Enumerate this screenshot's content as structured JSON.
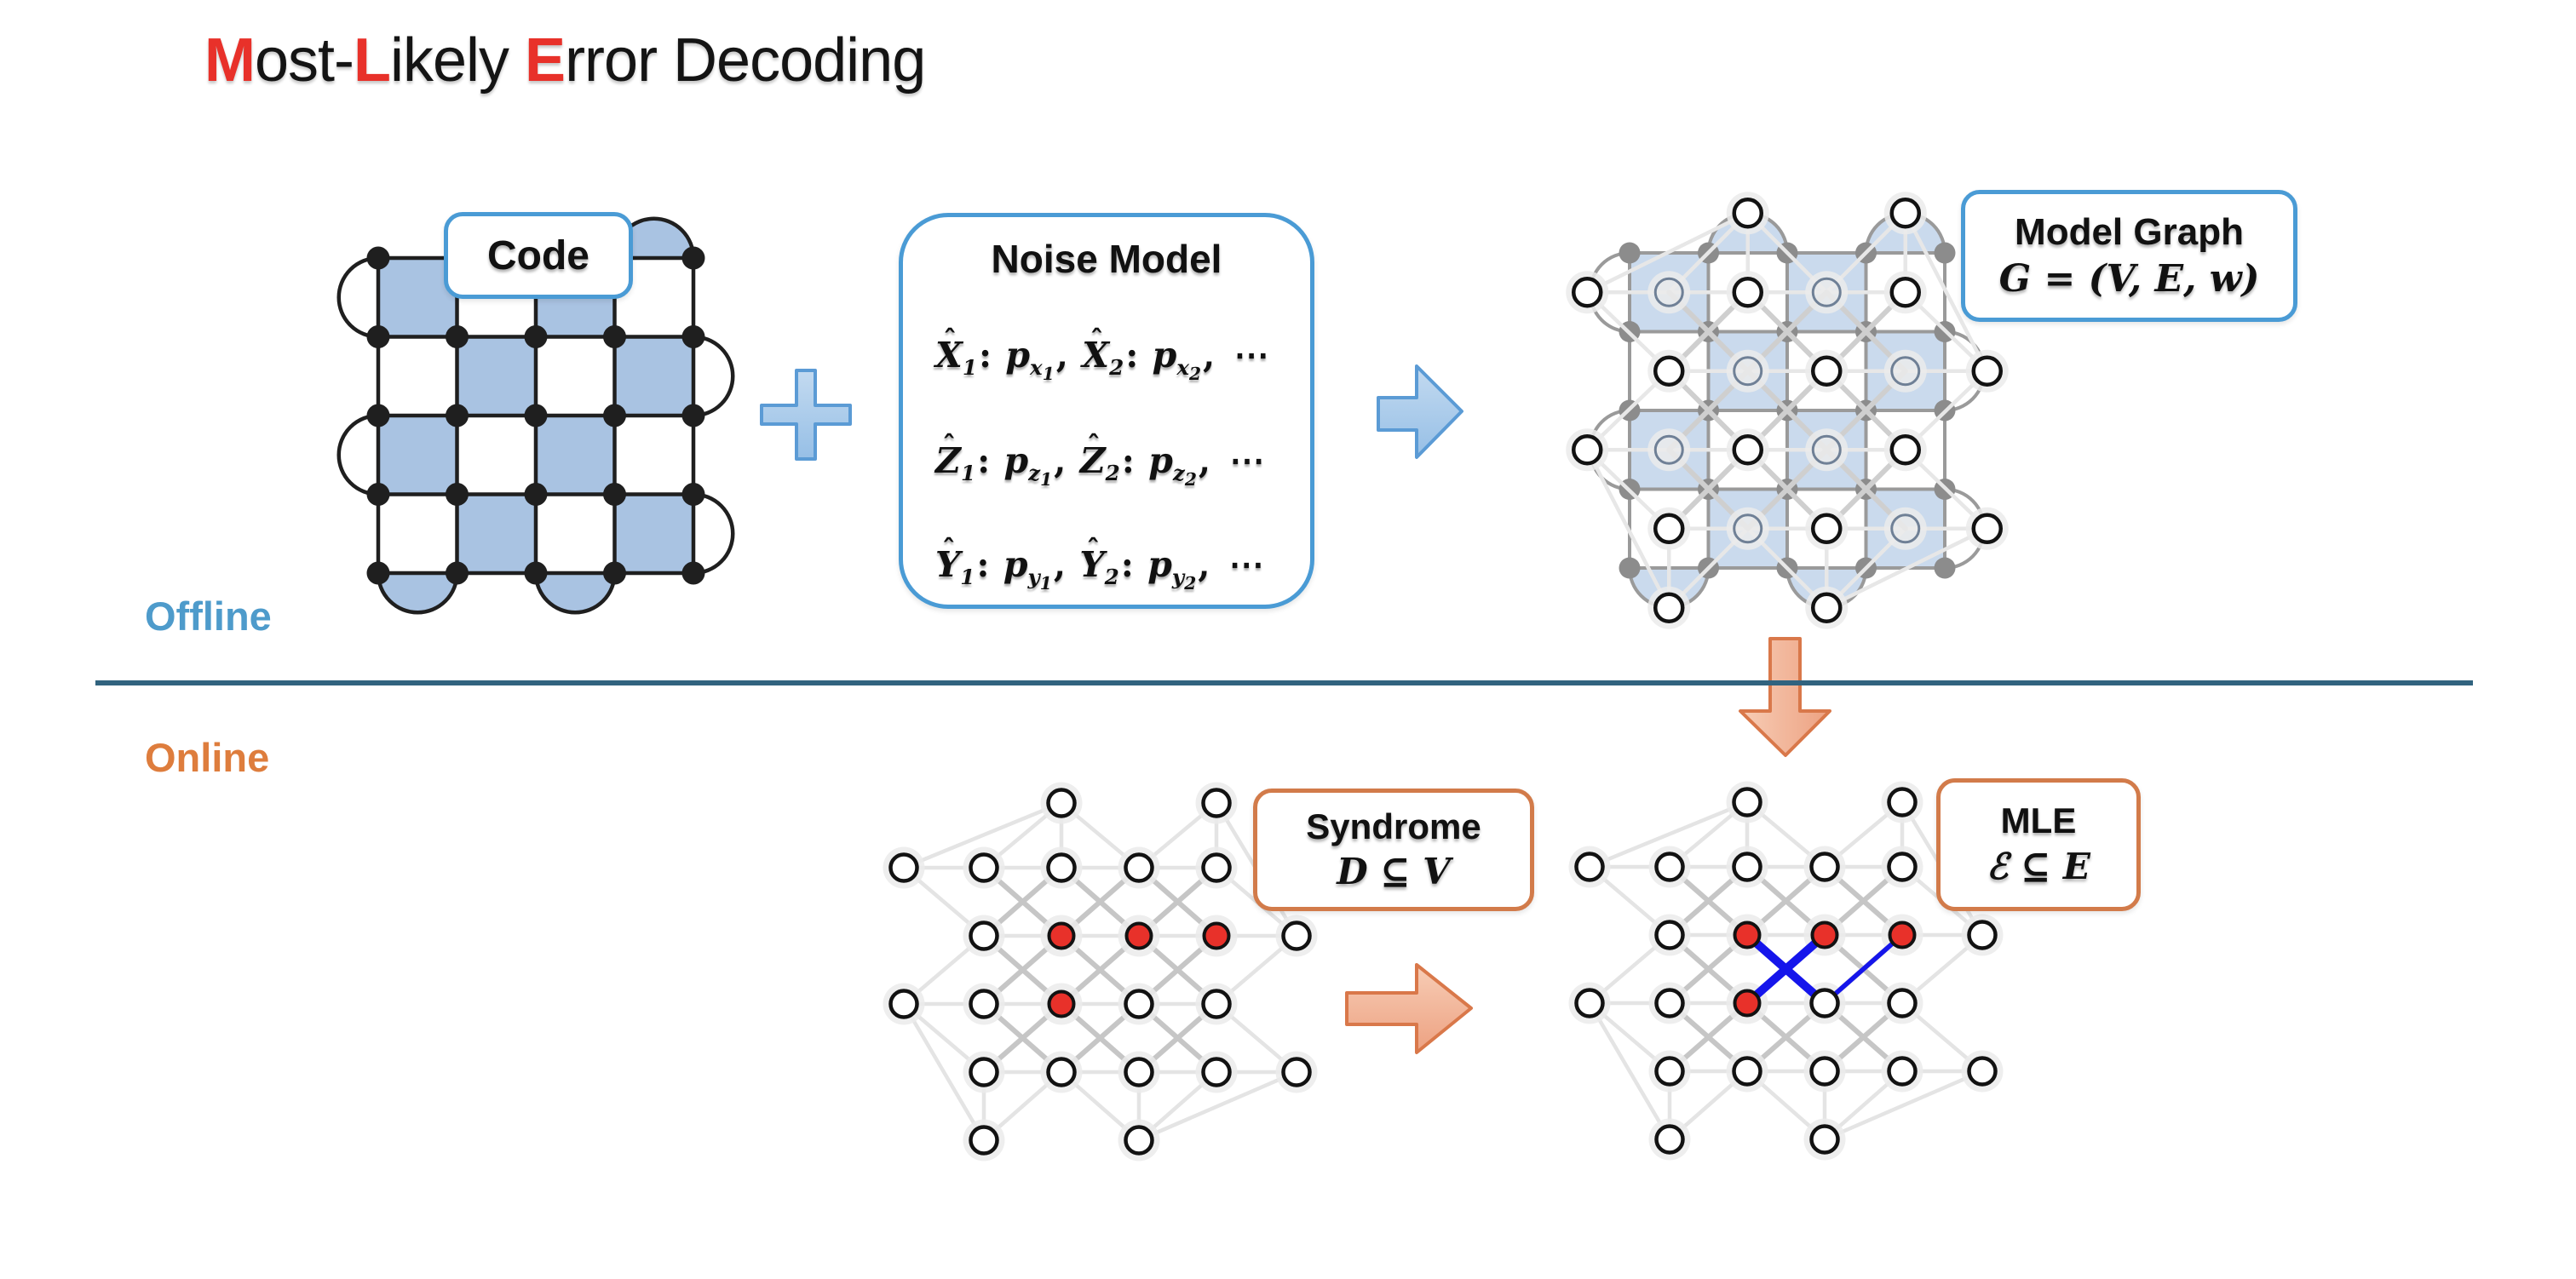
{
  "slide": {
    "title_segments": [
      {
        "text": "M",
        "emphasis": true
      },
      {
        "text": "ost-",
        "emphasis": false
      },
      {
        "text": "L",
        "emphasis": true
      },
      {
        "text": "ikely ",
        "emphasis": false
      },
      {
        "text": "E",
        "emphasis": true
      },
      {
        "text": "rror Decoding",
        "emphasis": false
      }
    ],
    "section_offline": "Offline",
    "section_online": "Online"
  },
  "boxes": {
    "code": {
      "label": "Code"
    },
    "noise": {
      "title": "Noise Model",
      "lines": [
        {
          "operator": "X",
          "prob": "x"
        },
        {
          "operator": "Z",
          "prob": "z"
        },
        {
          "operator": "Y",
          "prob": "y"
        }
      ],
      "ellipsis": "⋯"
    },
    "model_graph": {
      "line1": "Model Graph",
      "line2": "G = (V, E, w)"
    },
    "syndrome": {
      "line1": "Syndrome",
      "line2": "D ⊆ V"
    },
    "mle": {
      "line1": "MLE",
      "line2": "ℰ ⊆ E"
    }
  },
  "colors": {
    "emphasis_red": "#E8312A",
    "offline_blue": "#4E9BCB",
    "online_orange": "#DE7D3D",
    "divider_teal": "#31637F",
    "box_border_blue": "#4A9BD5",
    "box_border_orange": "#D27B4A",
    "cell_blue": "#A9C3E2",
    "lattice_black": "#1F1F1F",
    "lattice_gray": "#9A9A9A",
    "lattice_dot_gray": "#8C8C8C",
    "edge_light": "#E4E4E4",
    "edge_dark": "#C6C6C6",
    "node_stroke": "#121212",
    "node_blue_cell_stroke": "#6F8096",
    "halo_gray": "#EBEBEB",
    "defect_red": "#E8312A",
    "mle_edge_blue": "#1515EB",
    "arrow_blue_fill": "#A9CBE9",
    "arrow_blue_stroke": "#5B9BD5",
    "arrow_orange_fill": "#F2B698",
    "arrow_orange_stroke": "#D9784A"
  },
  "code_lattice": {
    "rows": 4,
    "cols": 4,
    "blue_cells": [
      [
        0,
        0
      ],
      [
        0,
        2
      ],
      [
        1,
        1
      ],
      [
        1,
        3
      ],
      [
        2,
        0
      ],
      [
        2,
        2
      ],
      [
        3,
        1
      ],
      [
        3,
        3
      ]
    ],
    "top_arcs": [
      1,
      3
    ],
    "bottom_arcs": [
      0,
      2
    ],
    "left_arcs": [
      0,
      2
    ],
    "right_arcs": [
      1,
      3
    ]
  },
  "decoding_graph": {
    "red_nodes": [
      [
        1,
        1
      ],
      [
        1,
        2
      ],
      [
        1,
        3
      ],
      [
        2,
        1
      ]
    ],
    "mle_edges": [
      {
        "a": [
          1,
          1
        ],
        "b": [
          2,
          2
        ],
        "width": 10
      },
      {
        "a": [
          1,
          2
        ],
        "b": [
          2,
          1
        ],
        "width": 10
      },
      {
        "a": [
          2,
          2
        ],
        "b": [
          1,
          3
        ],
        "width": 5.5
      }
    ]
  }
}
